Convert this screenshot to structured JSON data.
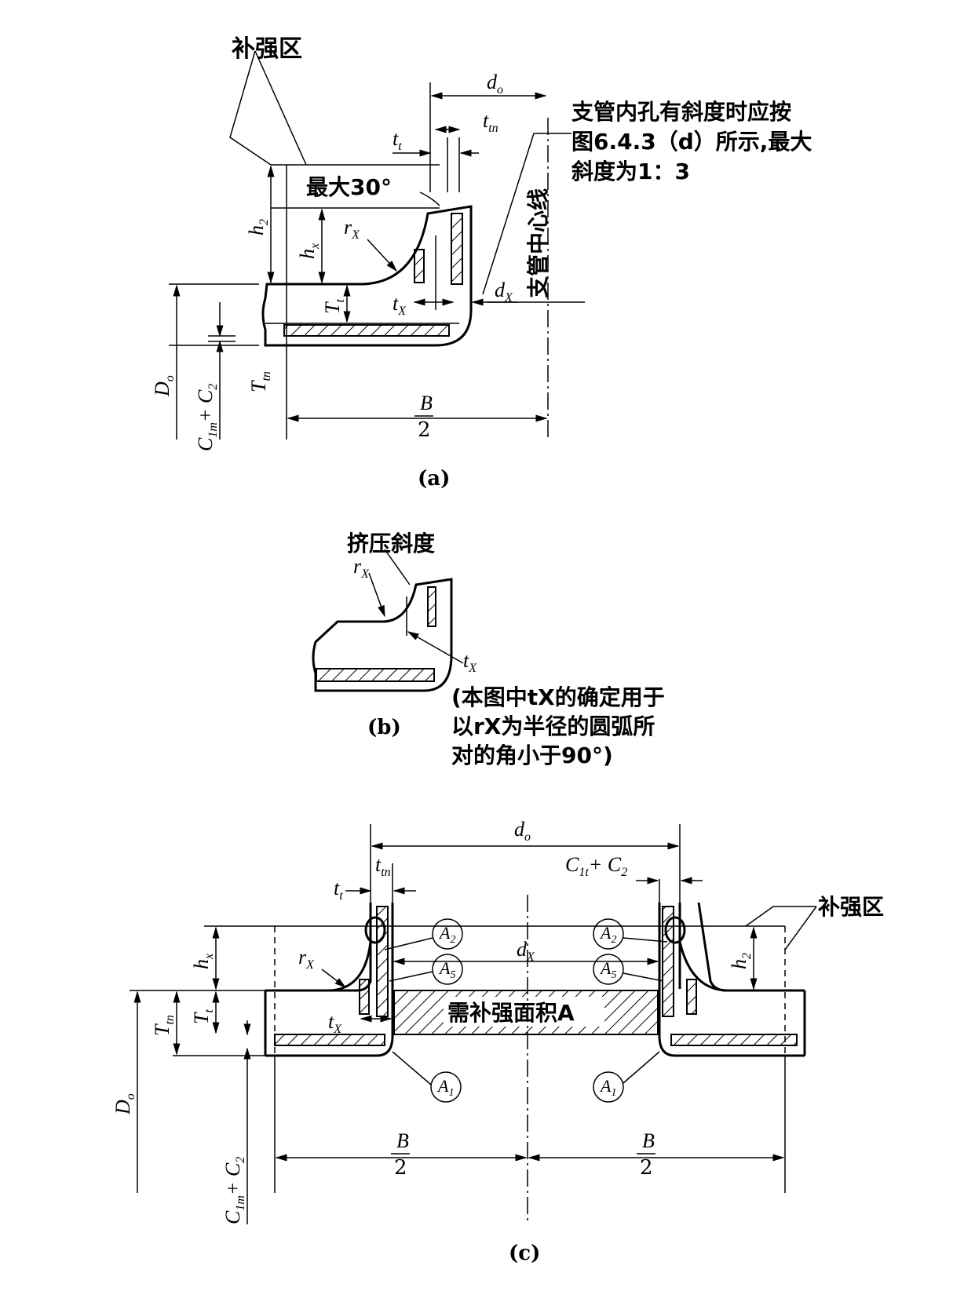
{
  "figure_a": {
    "zone_label": "补强区",
    "note_line1": "支管内孔有斜度时应按",
    "note_line2": "图6.4.3（d）所示,最大",
    "note_line3": "斜度为1：3",
    "angle_label": "最大30°",
    "centerline_label": "支管中心线",
    "caption": "(a)"
  },
  "figure_b": {
    "slope_label": "挤压斜度",
    "note_line1": "(本图中tX的确定用于",
    "note_line2": "以rX为半径的圆弧所",
    "note_line3": "对的角小于90°)",
    "caption": "(b)"
  },
  "figure_c": {
    "zone_label": "补强区",
    "area_label": "需补强面积A",
    "caption": "(c)"
  },
  "symbols": {
    "do": "d",
    "do_sub": "o",
    "ttn": "t",
    "ttn_sub": "tn",
    "tt": "t",
    "tt_sub": "t",
    "h2": "h",
    "h2_sub": "2",
    "hx": "h",
    "hx_sub": "x",
    "rx": "r",
    "rx_sub": "X",
    "tx": "t",
    "tx_sub": "X",
    "dx": "d",
    "dx_sub": "X",
    "Tt": "T",
    "Tt_sub": "t",
    "Ttn": "T",
    "Ttn_sub": "tn",
    "Do": "D",
    "Do_sub": "o",
    "c1m": "C",
    "c1m_sub": "1m",
    "c1m_rest": "+ C",
    "c1m_sub2": "2",
    "c1t": "C",
    "c1t_sub": "1t",
    "c1t_rest": "+ C",
    "c1t_sub2": "2",
    "B": "B",
    "two": "2",
    "A1": "A",
    "A1_sub": "1",
    "A2": "A",
    "A2_sub": "2",
    "A5": "A",
    "A5_sub": "5"
  }
}
